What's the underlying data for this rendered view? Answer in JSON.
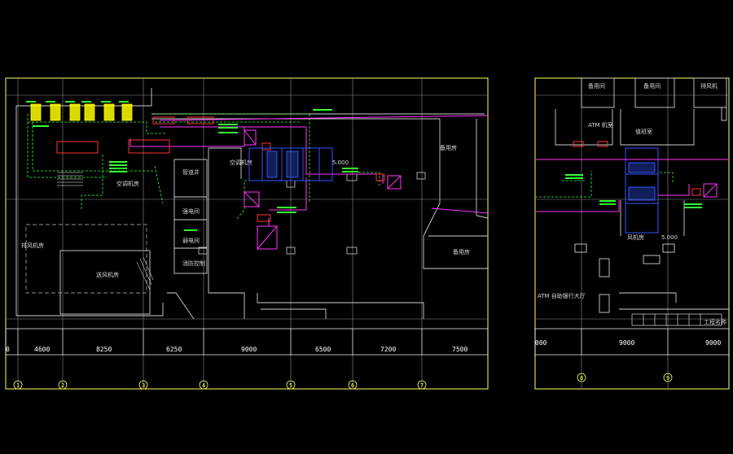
{
  "colors": {
    "background": "#000000",
    "frame": "#ffff66",
    "walls": "#cfcfcf",
    "grid": "#9a9a9a",
    "pipe_magenta": "#ff33ff",
    "pipe_green": "#33ff33",
    "equipment_blue": "#3355ff",
    "equipment_red": "#ff3333",
    "equipment_yellow": "#ffff00",
    "dim_text": "#ffffff"
  },
  "left_plan": {
    "dimensions": [
      "4600",
      "8250",
      "6250",
      "9000",
      "6500",
      "7200",
      "7500"
    ],
    "dim_start": "0",
    "axes": [
      "1",
      "2",
      "3",
      "4",
      "5",
      "6",
      "7"
    ],
    "rooms": {
      "ahu_room_a": "空调机房",
      "shaft_1": "管道井",
      "shaft_2": "强电间",
      "shaft_3": "弱电间",
      "shaft_4": "消防控制",
      "plant_room": "空调机房",
      "spare_room_1": "备用房",
      "spare_room_2": "备用房",
      "fan_room": "送风机房",
      "exhaust_room": "排风机房",
      "elevation_note": "5.000"
    }
  },
  "right_plan": {
    "dimensions": [
      "9000",
      "9000"
    ],
    "dim_start": "000",
    "axes": [
      "8",
      "9"
    ],
    "rooms": {
      "spare_1": "备用间",
      "spare_2": "备用间",
      "exhaust": "排风机",
      "atm": "ATM 机室",
      "duty": "值班室",
      "fan_room": "风机房",
      "elevation_note": "5.000",
      "lobby": "ATM 自助银行大厅",
      "legend_note": "工程名称"
    }
  }
}
